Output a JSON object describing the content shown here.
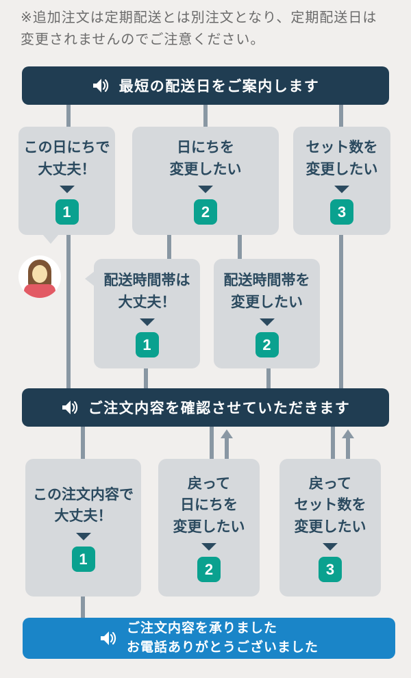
{
  "note": "※追加注文は定期配送とは別注文となり、定期配送日は変更されませんのでご注意ください。",
  "colors": {
    "bg": "#f1efed",
    "navy": "#203d52",
    "blue": "#1a85c8",
    "box": "#d6d9dc",
    "boxtext": "#2b4a5f",
    "badge": "#0aa18f",
    "conn": "#8997a3",
    "note": "#6b6b6b"
  },
  "icons": {
    "banner": "speaker-icon",
    "avatar": "woman-customer-avatar"
  },
  "banner1": {
    "label": "最短の配送日をご案内します"
  },
  "banner2": {
    "label": "ご注文内容を確認させていただきます"
  },
  "banner3": {
    "line1": "ご注文内容を承りました",
    "line2": "お電話ありがとうございました"
  },
  "row1": [
    {
      "line1": "この日にちで",
      "line2": "大丈夫！",
      "num": "1"
    },
    {
      "line1": "日にちを",
      "line2": "変更したい",
      "num": "2"
    },
    {
      "line1": "セット数を",
      "line2": "変更したい",
      "num": "3"
    }
  ],
  "row2": [
    {
      "line1": "配送時間帯は",
      "line2": "大丈夫！",
      "num": "1"
    },
    {
      "line1": "配送時間帯を",
      "line2": "変更したい",
      "num": "2"
    }
  ],
  "row3": [
    {
      "line1": "この注文内容で",
      "line2": "大丈夫！",
      "num": "1"
    },
    {
      "line1": "戻って",
      "line2": "日にちを",
      "line3": "変更したい",
      "num": "2"
    },
    {
      "line1": "戻って",
      "line2": "セット数を",
      "line3": "変更したい",
      "num": "3"
    }
  ]
}
